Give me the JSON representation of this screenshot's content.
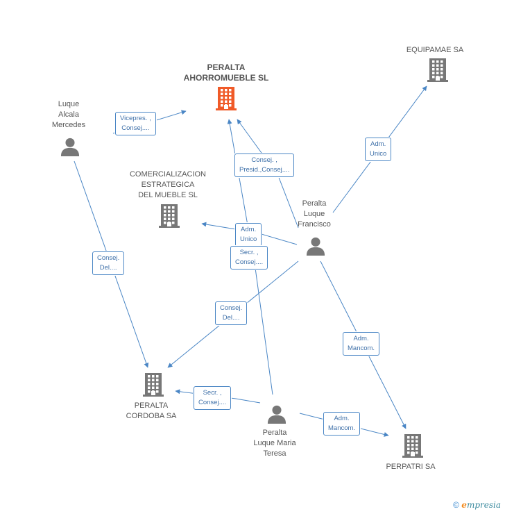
{
  "colors": {
    "edge": "#4a86c5",
    "company": "#777777",
    "company_main": "#f05a28",
    "person": "#777777"
  },
  "nodes": {
    "peralta_ahorromueble": {
      "label": "PERALTA\nAHORROMUEBLE SL",
      "kind": "company-main",
      "icon": "building-icon"
    },
    "equipamae": {
      "label": "EQUIPAMAE SA",
      "kind": "company",
      "icon": "building-icon"
    },
    "comercializacion": {
      "label": "COMERCIALIZACION\nESTRATEGICA\nDEL MUEBLE SL",
      "kind": "company",
      "icon": "building-icon"
    },
    "peralta_cordoba": {
      "label": "PERALTA\nCORDOBA SA",
      "kind": "company",
      "icon": "building-icon"
    },
    "perpatri": {
      "label": "PERPATRI SA",
      "kind": "company",
      "icon": "building-icon"
    },
    "luque_alcala": {
      "label": "Luque\nAlcala\nMercedes",
      "kind": "person",
      "icon": "person-icon"
    },
    "peralta_francisco": {
      "label": "Peralta\nLuque\nFrancisco",
      "kind": "person",
      "icon": "person-icon"
    },
    "peralta_teresa": {
      "label": "Peralta\nLuque Maria\nTeresa",
      "kind": "person",
      "icon": "person-icon"
    }
  },
  "edges": [
    {
      "id": "e1",
      "from": "luque_alcala",
      "to": "peralta_ahorromueble",
      "label": "Vicepres. ,\nConsej...."
    },
    {
      "id": "e2",
      "from": "luque_alcala",
      "to": "peralta_cordoba",
      "label": "Consej.\nDel...."
    },
    {
      "id": "e3",
      "from": "peralta_francisco",
      "to": "peralta_ahorromueble",
      "label": "Consej. ,\nPresid.,Consej...."
    },
    {
      "id": "e4",
      "from": "peralta_francisco",
      "to": "equipamae",
      "label": "Adm.\nUnico"
    },
    {
      "id": "e5",
      "from": "peralta_francisco",
      "to": "comercializacion",
      "label": "Adm.\nUnico"
    },
    {
      "id": "e6",
      "from": "peralta_francisco",
      "to": "peralta_cordoba",
      "label": "Consej.\nDel...."
    },
    {
      "id": "e7",
      "from": "peralta_francisco",
      "to": "perpatri",
      "label": "Adm.\nMancom."
    },
    {
      "id": "e8",
      "from": "peralta_teresa",
      "to": "peralta_ahorromueble",
      "label": "Secr. ,\nConsej...."
    },
    {
      "id": "e9",
      "from": "peralta_teresa",
      "to": "peralta_cordoba",
      "label": "Secr. ,\nConsej...."
    },
    {
      "id": "e10",
      "from": "peralta_teresa",
      "to": "perpatri",
      "label": "Adm.\nMancom."
    }
  ],
  "footer": {
    "copyright": "©",
    "brand_e": "e",
    "brand_rest": "mpresia"
  }
}
